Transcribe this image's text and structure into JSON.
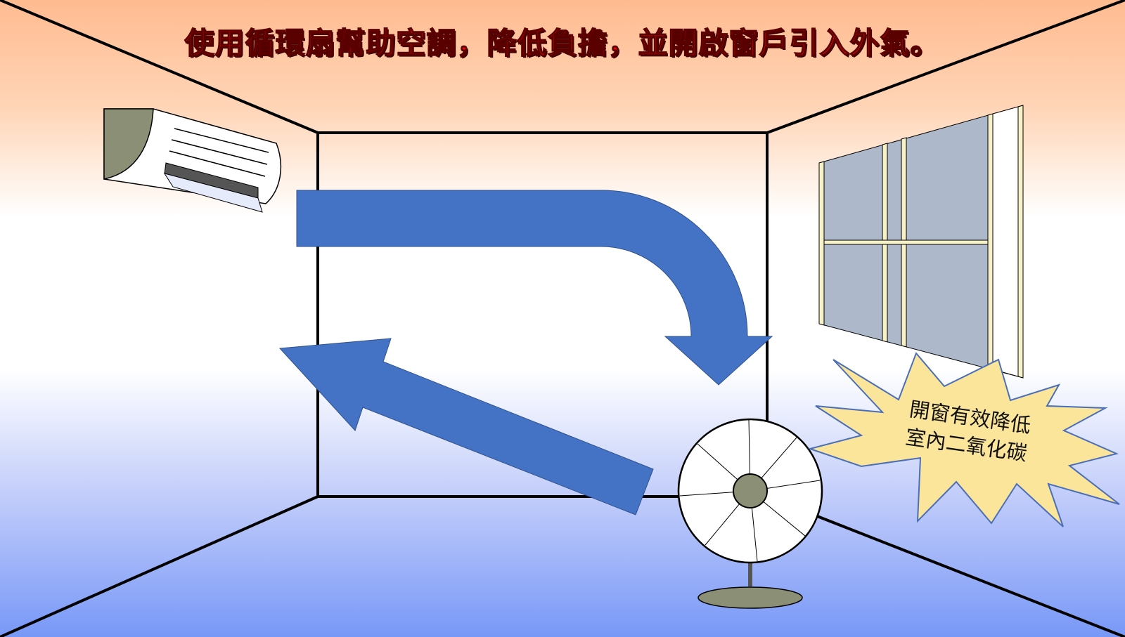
{
  "title": "使用循環扇幫助空調，降低負擔，並開啟窗戶引入外氣。",
  "callout": {
    "line1": "開窗有效降低",
    "line2": "室內二氧化碳"
  },
  "colors": {
    "title_text": "#ff0000",
    "arrow_fill": "#4472c4",
    "wall_top": "#ffc59e",
    "wall_mid": "#ffffff",
    "floor": "#7f9cf5",
    "burst_fill": "#fbe59a",
    "burst_stroke": "#4a6fb8",
    "window_glass": "#adb9ca",
    "window_frame": "#f7f1c8",
    "fan_hub": "#8a8f75"
  },
  "icons": [
    "air-conditioner-icon",
    "circulation-fan-icon",
    "window-icon",
    "airflow-arrow-icon",
    "starburst-icon"
  ]
}
